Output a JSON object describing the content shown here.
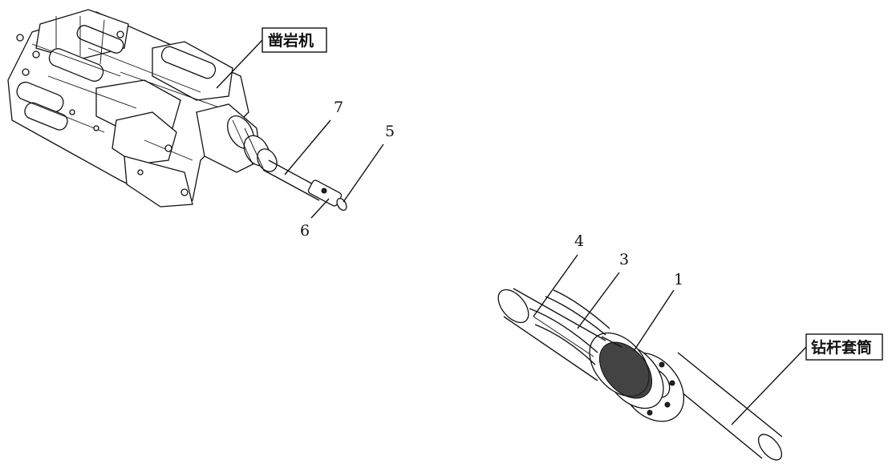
{
  "labels": {
    "rock_drill": "凿岩机",
    "drill_rod_sleeve": "钻杆套筒"
  },
  "callouts": {
    "n1": "1",
    "n3": "3",
    "n4": "4",
    "n5": "5",
    "n6": "6",
    "n7": "7"
  }
}
